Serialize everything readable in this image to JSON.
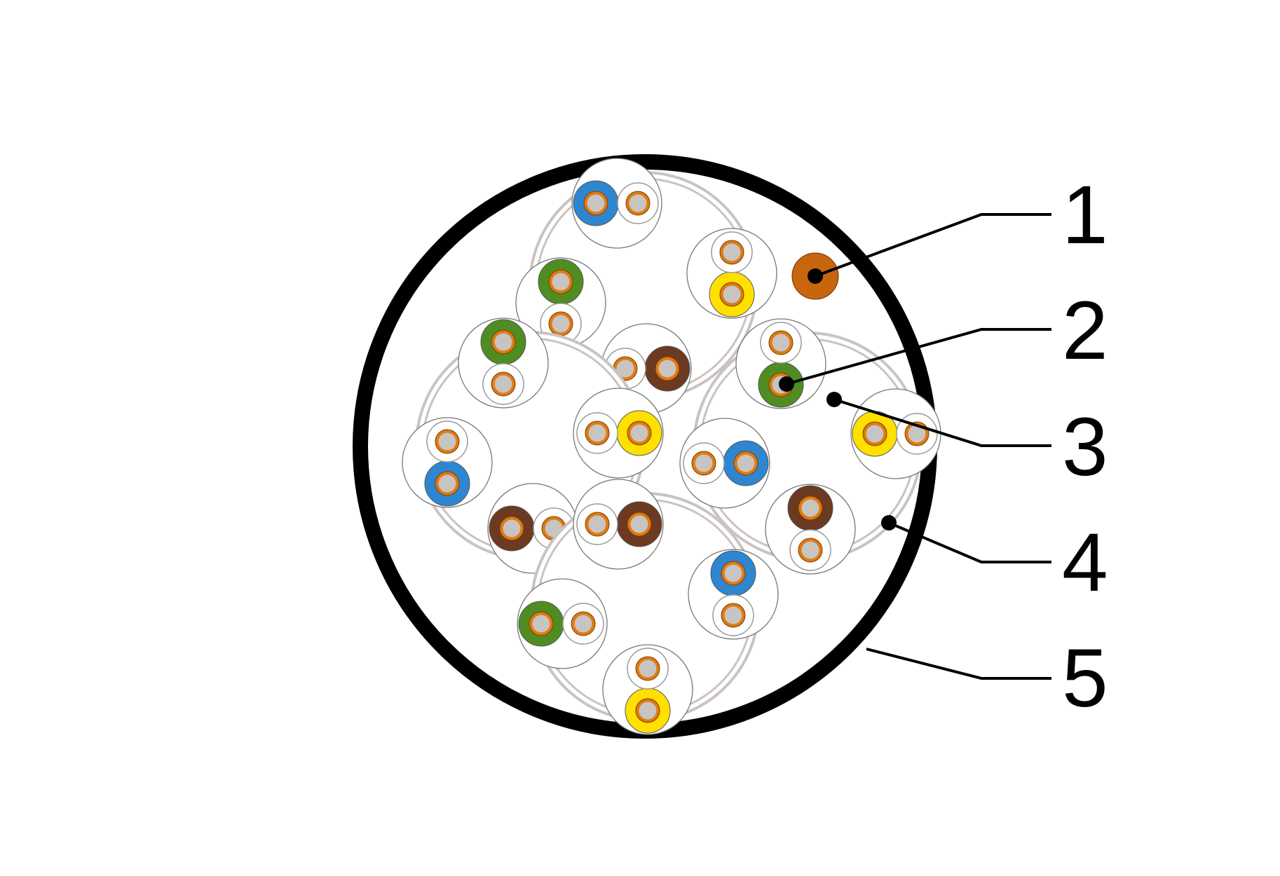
{
  "colors": {
    "jacket": "#000000",
    "filler": "#ffffff",
    "shield_edge": "#c9c3c1",
    "shield_fill": "#ffffff",
    "copper": "#e07a10",
    "conductor_core": "#c8c4c1",
    "drain_wire": "#c8650f",
    "blue": "#2e86d0",
    "green": "#4f8d22",
    "yellow": "#ffe000",
    "brown": "#6b3a21",
    "white_insulation": "#ffffff"
  },
  "callouts": [
    {
      "number": "1"
    },
    {
      "number": "2"
    },
    {
      "number": "3"
    },
    {
      "number": "4"
    },
    {
      "number": "5"
    }
  ],
  "units": [
    {
      "position": "top",
      "pairs": [
        "blue",
        "green",
        "yellow",
        "brown"
      ]
    },
    {
      "position": "left",
      "pairs": [
        "green",
        "blue",
        "yellow",
        "brown"
      ]
    },
    {
      "position": "right",
      "pairs": [
        "green",
        "blue",
        "yellow",
        "brown"
      ]
    },
    {
      "position": "bottom",
      "pairs": [
        "brown",
        "green",
        "blue",
        "yellow"
      ]
    }
  ]
}
